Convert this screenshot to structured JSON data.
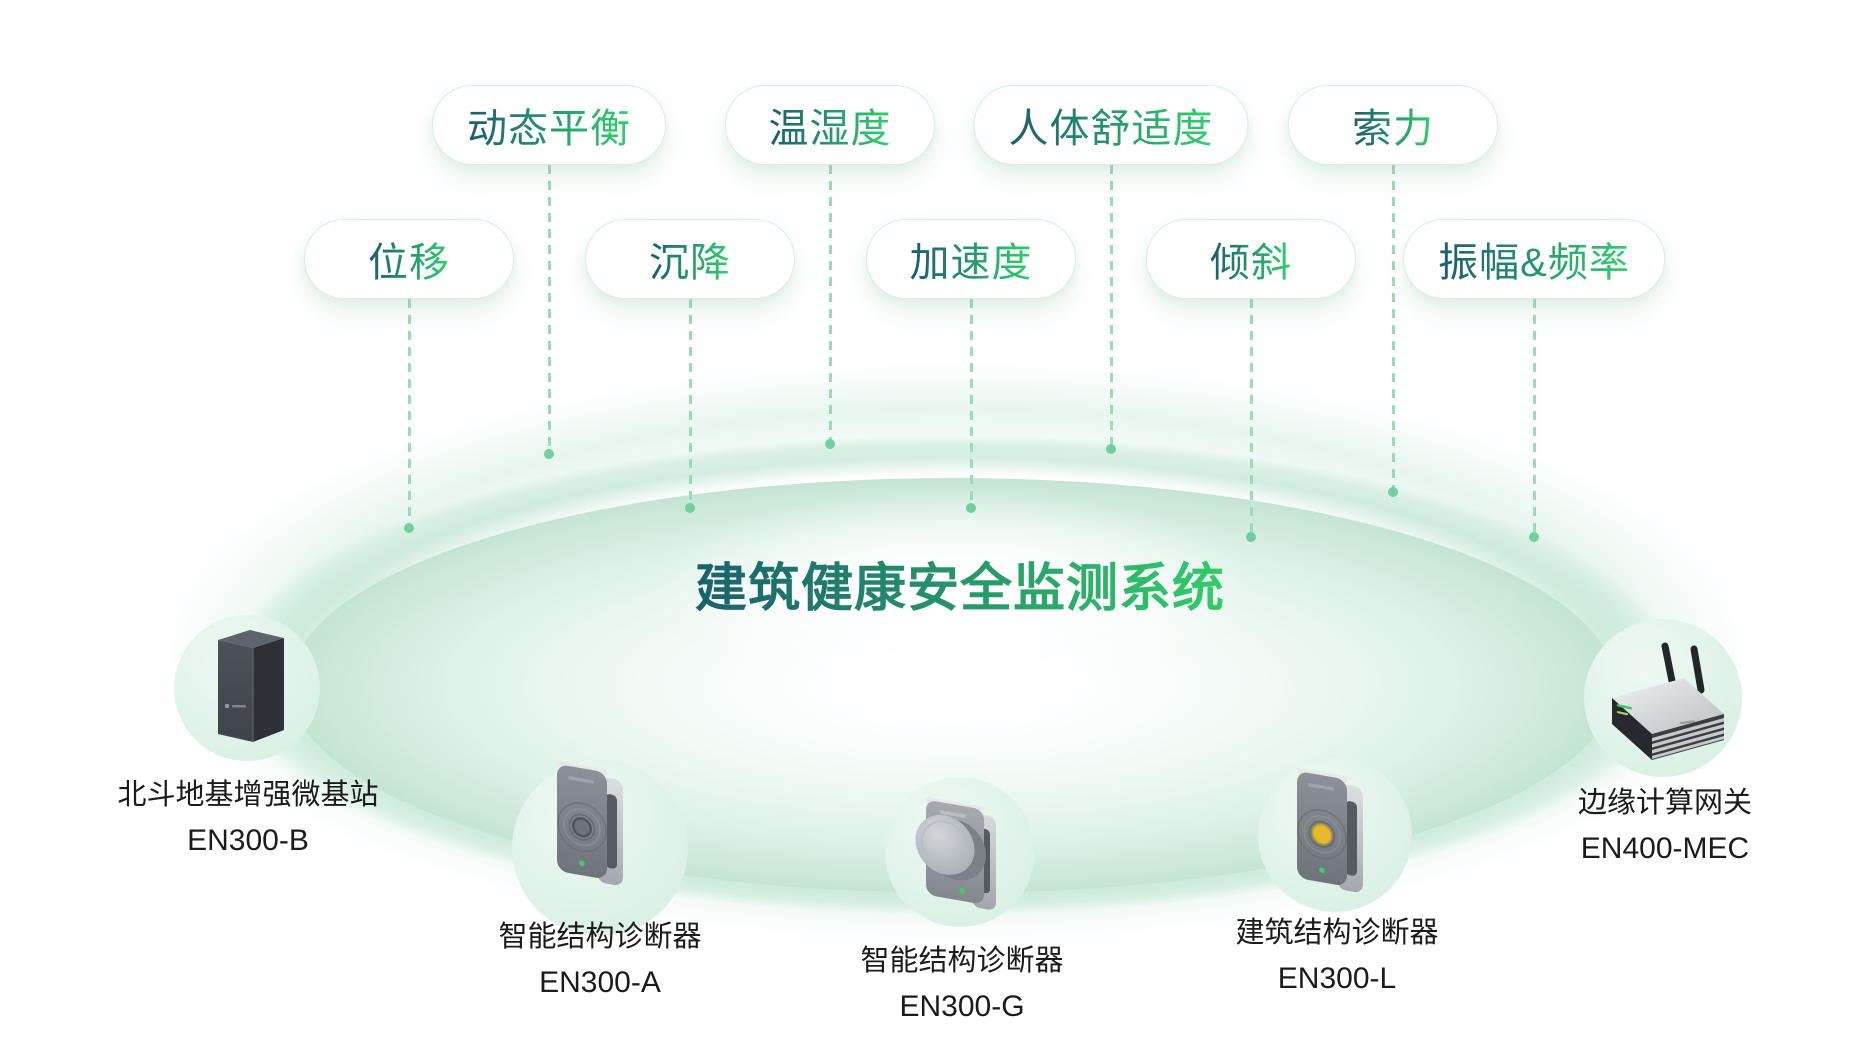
{
  "title": "建筑健康安全监测系统",
  "pills": {
    "row1": [
      {
        "label": "动态平衡"
      },
      {
        "label": "温湿度"
      },
      {
        "label": "人体舒适度"
      },
      {
        "label": "索力"
      }
    ],
    "row2": [
      {
        "label": "位移"
      },
      {
        "label": "沉降"
      },
      {
        "label": "加速度"
      },
      {
        "label": "倾斜"
      },
      {
        "label": "振幅&频率"
      }
    ]
  },
  "devices": [
    {
      "name": "北斗地基增强微基站",
      "model": "EN300-B"
    },
    {
      "name": "智能结构诊断器",
      "model": "EN300-A"
    },
    {
      "name": "智能结构诊断器",
      "model": "EN300-G"
    },
    {
      "name": "建筑结构诊断器",
      "model": "EN300-L"
    },
    {
      "name": "边缘计算网关",
      "model": "EN400-MEC"
    }
  ],
  "colors": {
    "text_gradient_start": "#1d5f70",
    "text_gradient_end": "#2fce6d",
    "connector_line": "#98dcba",
    "connector_dot": "#70d0a0",
    "device_label": "#1b1b1b"
  }
}
